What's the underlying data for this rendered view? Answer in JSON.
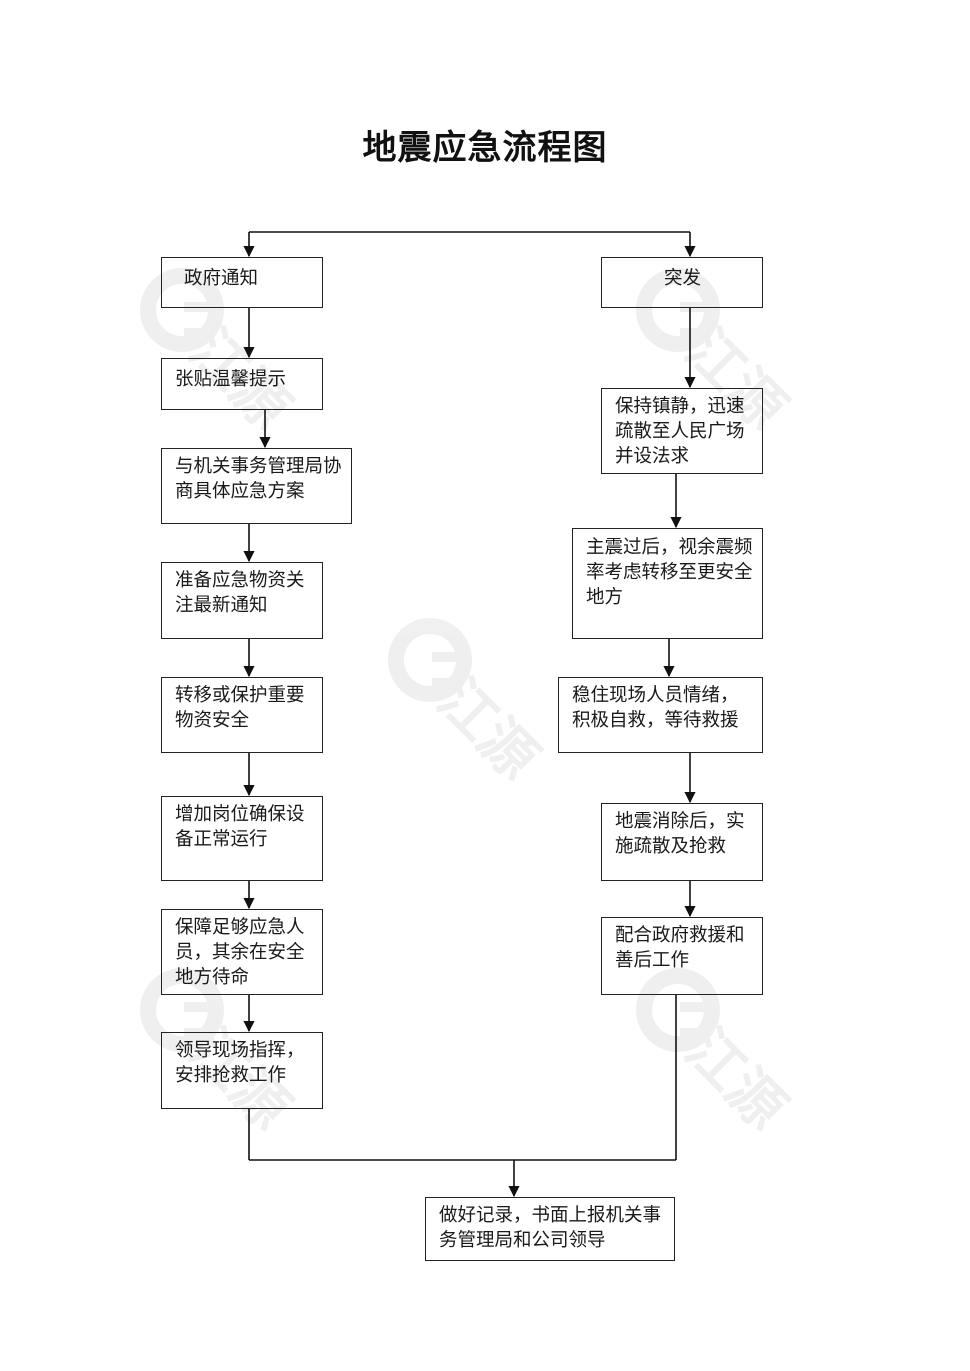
{
  "title": "地震应急流程图",
  "watermark": {
    "text": "江源"
  },
  "left_column": [
    {
      "id": "L1",
      "text": "政府通知"
    },
    {
      "id": "L2",
      "text": "张贴温馨提示"
    },
    {
      "id": "L3",
      "text": "与机关事务管理局协商具体应急方案"
    },
    {
      "id": "L4",
      "text": "准备应急物资关注最新通知"
    },
    {
      "id": "L5",
      "text": "转移或保护重要物资安全"
    },
    {
      "id": "L6",
      "text": "增加岗位确保设备正常运行"
    },
    {
      "id": "L7",
      "text": "保障足够应急人员，其余在安全地方待命"
    },
    {
      "id": "L8",
      "text": "领导现场指挥，安排抢救工作"
    }
  ],
  "right_column": [
    {
      "id": "R1",
      "text": "突发"
    },
    {
      "id": "R2",
      "text": "保持镇静，迅速疏散至人民广场并设法求"
    },
    {
      "id": "R3",
      "text": "主震过后，视余震频率考虑转移至更安全地方"
    },
    {
      "id": "R4",
      "text": "稳住现场人员情绪，积极自救，等待救援"
    },
    {
      "id": "R5",
      "text": "地震消除后，实施疏散及抢救"
    },
    {
      "id": "R6",
      "text": "配合政府救援和善后工作"
    }
  ],
  "final": {
    "id": "F1",
    "text": "做好记录，书面上报机关事务管理局和公司领导"
  },
  "colors": {
    "line": "#111111",
    "border": "#222222",
    "watermark": "#555555"
  }
}
